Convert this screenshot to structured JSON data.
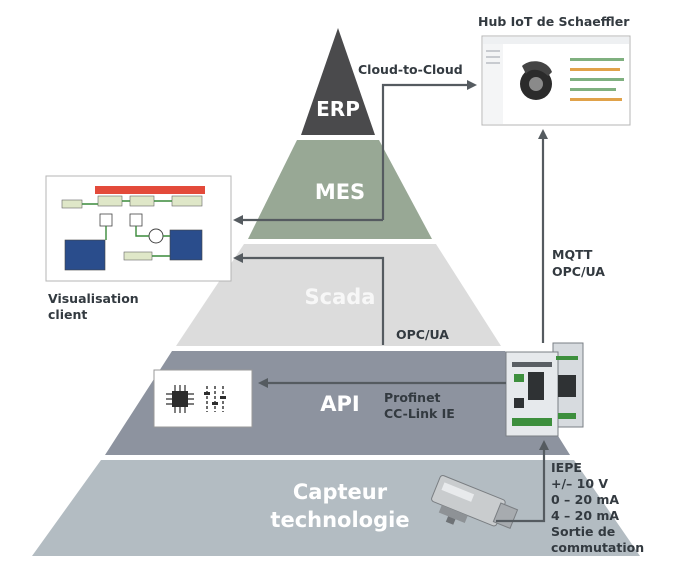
{
  "diagram": {
    "tiers": {
      "erp": "ERP",
      "mes": "MES",
      "scada": "Scada",
      "api": "API",
      "capteur_line1": "Capteur",
      "capteur_line2": "technologie"
    },
    "labels": {
      "hub_title": "Hub IoT de Schaeffler",
      "cloud": "Cloud-to-Cloud",
      "visualisation_line1": "Visualisation",
      "visualisation_line2": "client",
      "mqtt_line1": "MQTT",
      "mqtt_line2": "OPC/UA",
      "opcua": "OPC/UA",
      "profinet_line1": "Profinet",
      "profinet_line2": "CC-Link IE",
      "signals": [
        "IEPE",
        "+/– 10 V",
        "0 – 20 mA",
        "4 – 20 mA",
        "Sortie de",
        "commutation"
      ]
    },
    "colors": {
      "erp": "#4a4a4c",
      "mes": "#98a895",
      "scada": "#dcdcdc",
      "api": "#8d939f",
      "capteur": "#b3bcc2",
      "arrow": "#555b60"
    }
  }
}
